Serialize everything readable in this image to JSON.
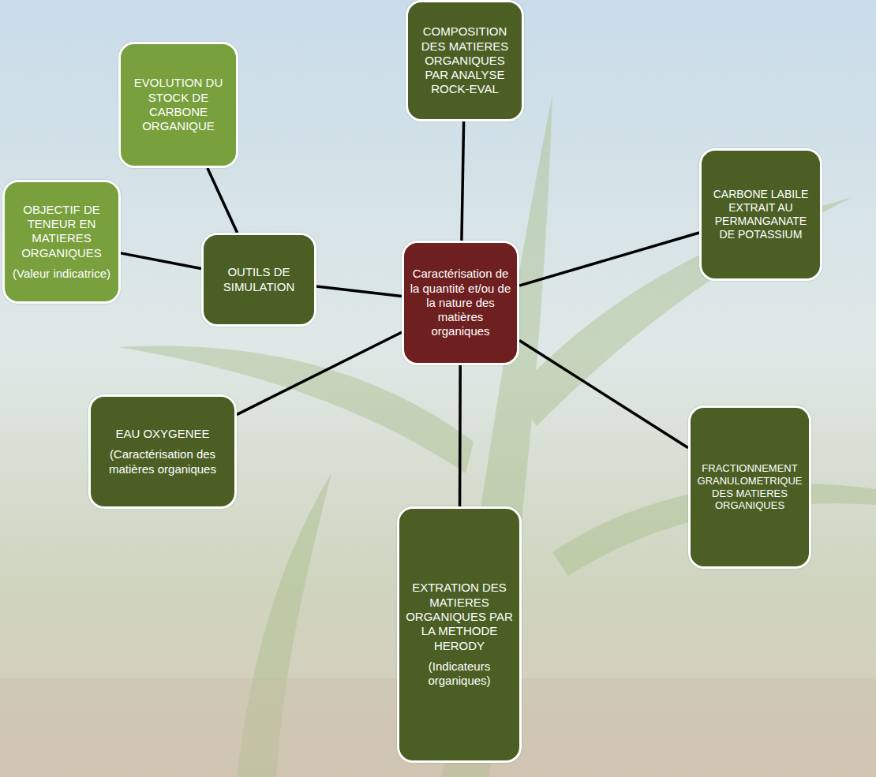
{
  "diagram": {
    "nodes": [
      {
        "text": [
          "EVOLUTION DU STOCK DE CARBONE ORGANIQUE"
        ]
      },
      {
        "text": [
          "COMPOSITION DES MATIERES ORGANIQUES PAR ANALYSE ROCK-EVAL"
        ]
      },
      {
        "text": [
          "OBJECTIF DE TENEUR EN MATIERES ORGANIQUES",
          "(Valeur indicatrice)"
        ]
      },
      {
        "text": [
          "OUTILS DE SIMULATION"
        ]
      },
      {
        "text": [
          "CARBONE LABILE EXTRAIT AU PERMANGANATE DE POTASSIUM"
        ]
      },
      {
        "text": [
          "Caractérisation de la quantité et/ou de la nature des matières organiques"
        ]
      },
      {
        "text": [
          "EAU OXYGENEE",
          "(Caractérisation des matières organiques"
        ]
      },
      {
        "text": [
          "FRACTIONNEMENT GRANULOMETRIQUE DES MATIERES ORGANIQUES"
        ]
      },
      {
        "text": [
          "EXTRATION DES MATIERES ORGANIQUES PAR LA METHODE HERODY",
          "(Indicateurs organiques)"
        ]
      }
    ],
    "edges": [
      {
        "from": 5,
        "to": 1,
        "arrow": "none"
      },
      {
        "from": 5,
        "to": 4,
        "arrow": "none"
      },
      {
        "from": 5,
        "to": 7,
        "arrow": "none"
      },
      {
        "from": 5,
        "to": 8,
        "arrow": "none"
      },
      {
        "from": 5,
        "to": 6,
        "arrow": "none"
      },
      {
        "from": 5,
        "to": 3,
        "arrow": "none"
      },
      {
        "from": 3,
        "to": 2,
        "arrow": "none"
      },
      {
        "from": 3,
        "to": 0,
        "arrow": "none"
      }
    ]
  }
}
